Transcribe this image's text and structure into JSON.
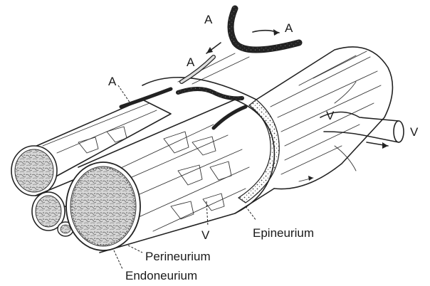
{
  "labels": {
    "artery_top_left": "A",
    "artery_top_right": "A",
    "artery_mid": "A",
    "artery_left": "A",
    "vein_right_inner": "V",
    "vein_right_outer": "V",
    "vein_bottom": "V",
    "epineurium": "Epineurium",
    "perineurium": "Perineurium",
    "endoneurium": "Endoneurium"
  },
  "colors": {
    "ink": "#222222",
    "paper": "#ffffff",
    "fascicle_fill": "#c9c9c9"
  }
}
